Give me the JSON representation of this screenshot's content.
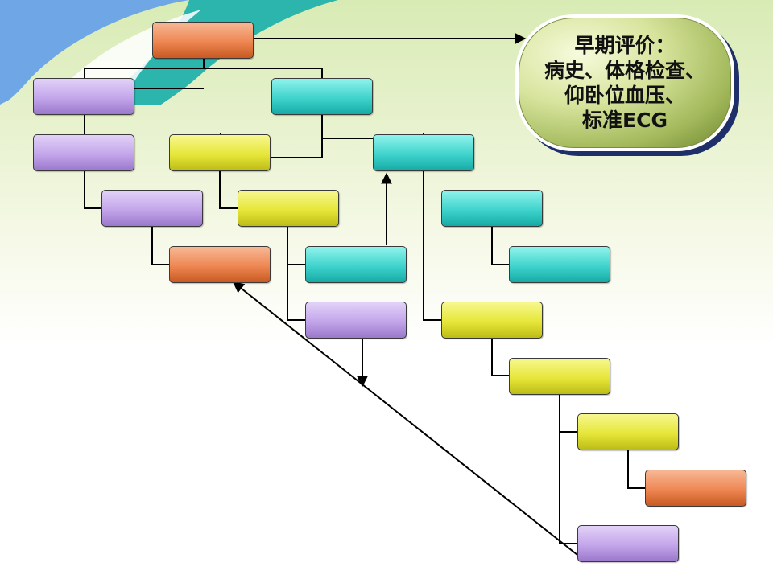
{
  "callout": {
    "lines": [
      "早期评价：",
      "病史、体格检查、",
      "仰卧位血压、",
      "标准ECG"
    ]
  },
  "nodes": [
    {
      "id": "root",
      "color": "orange"
    },
    {
      "id": "l1-left",
      "color": "purple"
    },
    {
      "id": "l1-right",
      "color": "teal"
    },
    {
      "id": "l2-left",
      "color": "purple"
    },
    {
      "id": "l2-mid",
      "color": "yellow"
    },
    {
      "id": "l2-right",
      "color": "teal"
    },
    {
      "id": "l3-a",
      "color": "purple"
    },
    {
      "id": "l3-b",
      "color": "yellow"
    },
    {
      "id": "l3-c",
      "color": "teal"
    },
    {
      "id": "l4-a",
      "color": "orange"
    },
    {
      "id": "l4-b",
      "color": "teal"
    },
    {
      "id": "l4-c",
      "color": "teal"
    },
    {
      "id": "l5-a",
      "color": "purple"
    },
    {
      "id": "l5-b",
      "color": "yellow"
    },
    {
      "id": "l6",
      "color": "yellow"
    },
    {
      "id": "l7",
      "color": "yellow"
    },
    {
      "id": "l8",
      "color": "orange"
    },
    {
      "id": "l9",
      "color": "purple"
    }
  ],
  "colors": {
    "orange": "#ee8652",
    "purple": "#c3a5ea",
    "teal": "#3fd3cc",
    "yellow": "#e6e63a",
    "line": "#000000",
    "callout_shadow": "#1f2f6a"
  }
}
